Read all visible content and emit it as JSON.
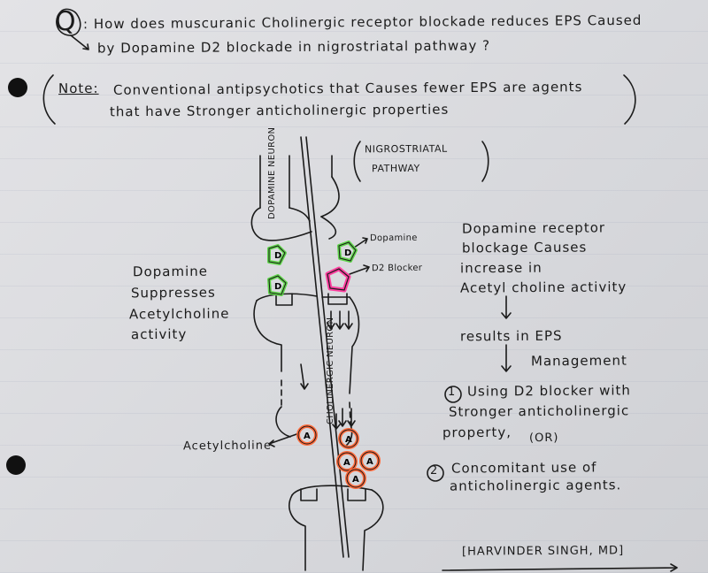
{
  "question": {
    "symbol": "Q",
    "line1": ": How does muscuranic Cholinergic receptor blockade reduces EPS Caused",
    "line2": "by Dopamine D2 blockade in nigrostriatal pathway ?"
  },
  "note": {
    "label": "Note:",
    "line1": "Conventional antipsychotics that Causes fewer EPS are agents",
    "line2": "that have Stronger anticholinergic properties"
  },
  "pathway_label": {
    "line1": "NIGROSTRIATAL",
    "line2": "PATHWAY"
  },
  "neuron_labels": {
    "dopamine": "DOPAMINE NEURON",
    "cholinergic": "CHOLINERGIC NEURON"
  },
  "left_text": {
    "line1": "Dopamine",
    "line2": "Suppresses",
    "line3": "Acetylcholine",
    "line4": "activity"
  },
  "labels": {
    "dopamine": "Dopamine",
    "d2_blocker": "D2 Blocker",
    "acetylcholine": "Acetylcholine"
  },
  "markers": {
    "dopamine_letter": "D",
    "acetylcholine_letter": "A"
  },
  "right_flow": {
    "block1": {
      "line1": "Dopamine receptor",
      "line2": "blockage Causes",
      "line3": "increase in",
      "line4": "Acetyl choline activity"
    },
    "result": "results in EPS",
    "management": "Management",
    "option1": {
      "number": "1",
      "line1": "Using D2 blocker with",
      "line2": "Stronger anticholinergic",
      "line3": "property,",
      "or": "(OR)"
    },
    "option2": {
      "number": "2",
      "line1": "Concomitant use of",
      "line2": "anticholinergic agents."
    }
  },
  "signature": "[HARVINDER SINGH, MD]",
  "colors": {
    "ink": "#1b1b1b",
    "dopamine_highlight": "#5fd64a",
    "blocker_highlight": "#ff3fa0",
    "acetylcholine_highlight": "#ff6a3a",
    "paper": "#dcdde1",
    "hole": "#111111"
  }
}
